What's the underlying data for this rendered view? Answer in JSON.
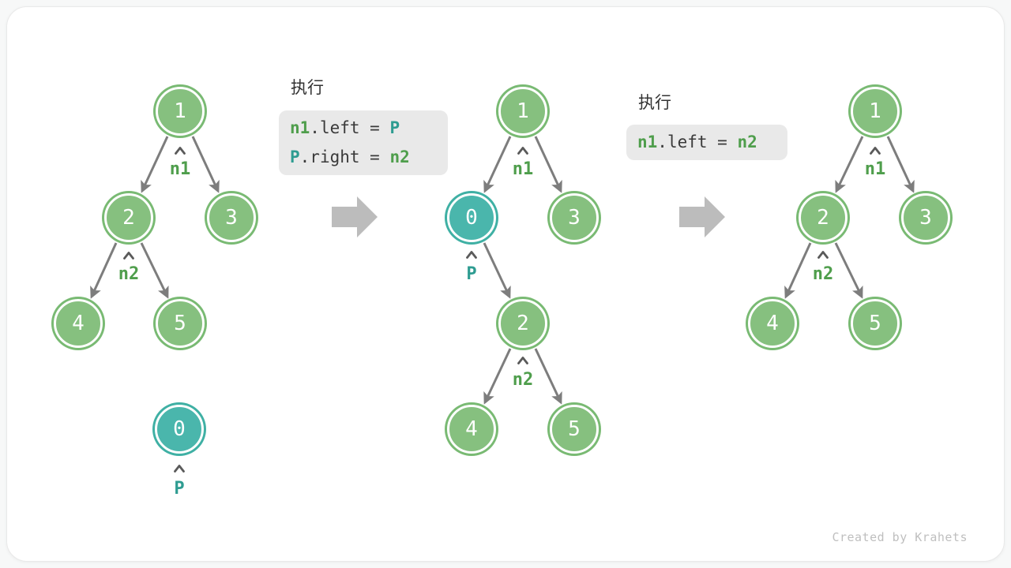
{
  "watermark": "Created by Krahets",
  "colors": {
    "node_green_fill": "#86c07f",
    "node_green_ring": "#79ba73",
    "node_teal_fill": "#4ab6ac",
    "node_teal_ring": "#3fb0a4",
    "label_green": "#4f9e4c",
    "label_teal": "#2e9c91",
    "code_plain": "#3a3a3a",
    "code_green": "#4f9e4c",
    "code_teal": "#2e9c91",
    "code_bg": "#e9e9e9",
    "edge": "#7d7d7d",
    "block_arrow": "#bcbcbc"
  },
  "steps": [
    {
      "title": "执行",
      "lines": [
        {
          "tokens": [
            {
              "text": "n1"
            },
            {
              "text": ".left = "
            },
            {
              "text": "P"
            }
          ]
        },
        {
          "tokens": [
            {
              "text": "P"
            },
            {
              "text": ".right = "
            },
            {
              "text": "n2"
            }
          ]
        }
      ]
    },
    {
      "title": "执行",
      "lines": [
        {
          "tokens": [
            {
              "text": "n1"
            },
            {
              "text": ".left = "
            },
            {
              "text": "n2"
            }
          ]
        }
      ]
    }
  ],
  "trees": [
    {
      "name": "before-insertion",
      "nodes": [
        {
          "value": "1"
        },
        {
          "value": "2"
        },
        {
          "value": "3"
        },
        {
          "value": "4"
        },
        {
          "value": "5"
        },
        {
          "value": "0"
        }
      ],
      "labels": [
        {
          "text": "n1"
        },
        {
          "text": "n2"
        },
        {
          "text": "P"
        }
      ]
    },
    {
      "name": "after-insertion",
      "nodes": [
        {
          "value": "1"
        },
        {
          "value": "0"
        },
        {
          "value": "3"
        },
        {
          "value": "2"
        },
        {
          "value": "4"
        },
        {
          "value": "5"
        }
      ],
      "labels": [
        {
          "text": "n1"
        },
        {
          "text": "P"
        },
        {
          "text": "n2"
        }
      ]
    },
    {
      "name": "after-removal",
      "nodes": [
        {
          "value": "1"
        },
        {
          "value": "2"
        },
        {
          "value": "3"
        },
        {
          "value": "4"
        },
        {
          "value": "5"
        }
      ],
      "labels": [
        {
          "text": "n1"
        },
        {
          "text": "n2"
        }
      ]
    }
  ]
}
